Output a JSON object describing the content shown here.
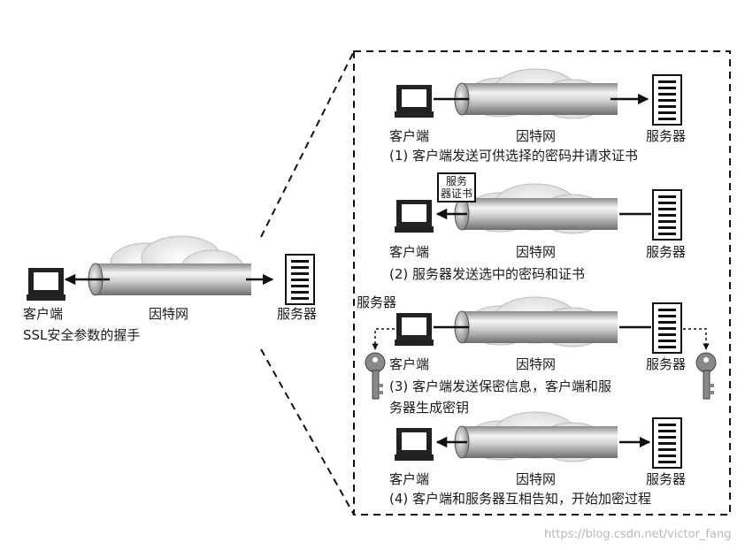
{
  "overview": {
    "client_label": "客户端",
    "internet_label": "因特网",
    "server_label": "服务器",
    "caption": "SSL安全参数的握手"
  },
  "steps": [
    {
      "client_label": "客户端",
      "internet_label": "因特网",
      "server_label": "服务器",
      "caption": "(1) 客户端发送可供选择的密码并请求证书"
    },
    {
      "client_label": "客户端",
      "internet_label": "因特网",
      "server_label": "服务器",
      "cert_line1": "服务",
      "cert_line2": "器证书",
      "caption": "(2) 服务器发送选中的密码和证书"
    },
    {
      "client_label": "客户端",
      "internet_label": "因特网",
      "server_label": "服务器",
      "extra_label": "服务器",
      "caption_line1": "(3) 客户端发送保密信息，客户端和服",
      "caption_line2": "务器生成密钥"
    },
    {
      "client_label": "客户端",
      "internet_label": "因特网",
      "server_label": "服务器",
      "caption": "(4) 客户端和服务器互相告知，开始加密过程"
    }
  ],
  "watermark": "https://blog.csdn.net/victor_fang"
}
